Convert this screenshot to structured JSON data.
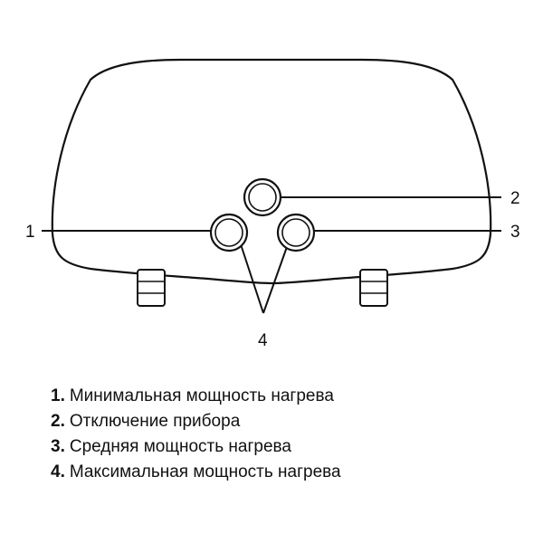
{
  "diagram": {
    "callouts": {
      "c1": "1",
      "c2": "2",
      "c3": "3",
      "c4": "4"
    }
  },
  "legend": [
    {
      "num": "1.",
      "text": "Минимальная мощность нагрева"
    },
    {
      "num": "2.",
      "text": "Отключение прибора"
    },
    {
      "num": "3.",
      "text": "Средняя мощность нагрева"
    },
    {
      "num": "4.",
      "text": "Максимальная мощность нагрева"
    }
  ]
}
